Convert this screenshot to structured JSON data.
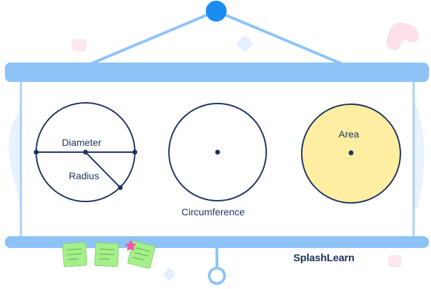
{
  "labels": {
    "diameter": "Diameter",
    "radius": "Radius",
    "circumference": "Circumference",
    "area": "Area"
  },
  "brand": "SplashLearn",
  "colors": {
    "board_frame": "#8ec3f8",
    "board_border": "#a7d0f7",
    "circle_stroke": "#1d3461",
    "area_fill": "#fdeea2",
    "hang_knob": "#1b8cf0",
    "sticky_note": "#a6ef8c",
    "star": "#f25aa7",
    "blob_left": "#e4f1ff",
    "blob_right": "#ffe6ec"
  }
}
